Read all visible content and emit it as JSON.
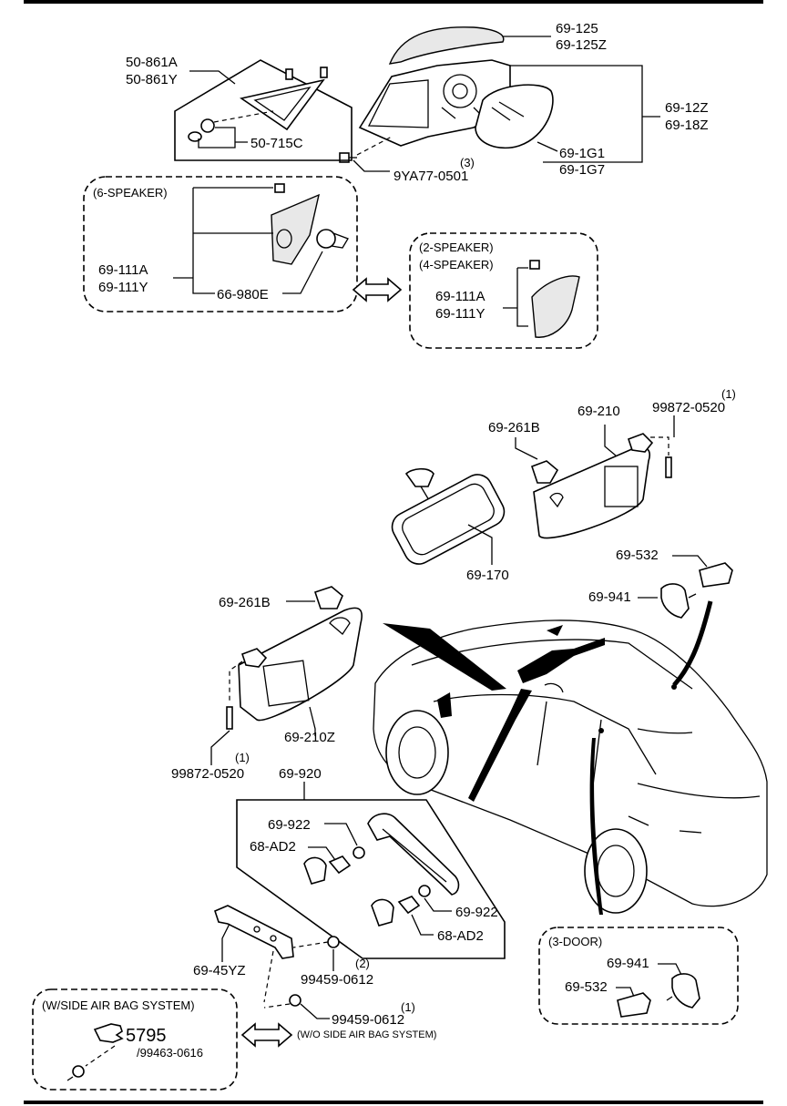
{
  "labels": {
    "mirror_cover": [
      "69-125",
      "69-125Z"
    ],
    "tri_garnish": [
      "50-861A",
      "50-861Y"
    ],
    "clip_tri": "50-715C",
    "mirror_assy": [
      "69-12Z",
      "69-18Z"
    ],
    "mirror_glass": [
      "69-1G1",
      "69-1G7"
    ],
    "mirror_bolt_qty": "(3)",
    "mirror_bolt": "9YA77-0501",
    "six_speaker_title": "(6-SPEAKER)",
    "garnish_6sp": [
      "69-111A",
      "69-111Y"
    ],
    "tweeter": "66-980E",
    "two_four_speaker_title": [
      "(2-SPEAKER)",
      "(4-SPEAKER)"
    ],
    "garnish_24sp": [
      "69-111A",
      "69-111Y"
    ],
    "screw_right_qty": "(1)",
    "screw_right": "99872-0520",
    "holder_right": "69-261B",
    "visor_right": "69-210",
    "rear_mirror": "69-170",
    "lamp_right": "69-532",
    "lamp_cover_right": "69-941",
    "holder_left": "69-261B",
    "visor_left": "69-210Z",
    "screw_left_qty": "(1)",
    "screw_left": "99872-0520",
    "grip_assy": "69-920",
    "grip_cap_top": "69-922",
    "grip_clip_top": "68-AD2",
    "grip_cap_bottom": "69-922",
    "grip_clip_bottom": "68-AD2",
    "bracket": "69-45YZ",
    "bolt_2_qty": "(2)",
    "bolt_2": "99459-0612",
    "bolt_1_qty": "(1)",
    "bolt_1": "99459-0612",
    "wo_sab": "(W/O SIDE AIR BAG SYSTEM)",
    "w_sab_title": "(W/SIDE AIR BAG SYSTEM)",
    "ref_page": "5795",
    "ref_part": "/99463-0616",
    "three_door_title": "(3-DOOR)",
    "cover_3door": "69-941",
    "lamp_3door": "69-532"
  },
  "icons": {
    "exchange_arrow": "double-arrow-icon",
    "reference_hand": "pointing-hand-icon"
  }
}
